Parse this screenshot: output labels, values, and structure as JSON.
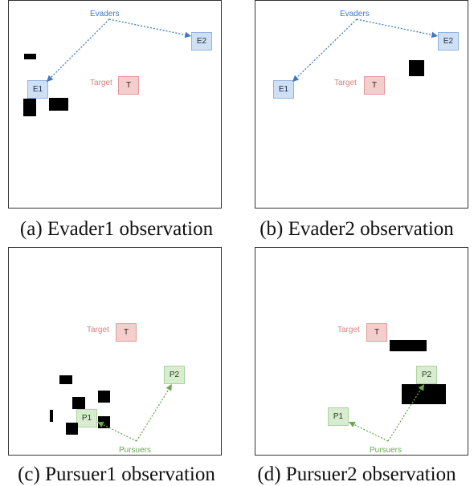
{
  "panels": {
    "a": {
      "caption": "(a) Evader1 observation",
      "group_label": "Evaders",
      "target_label": "Target",
      "target_box": "T",
      "agents": [
        "E1",
        "E2"
      ]
    },
    "b": {
      "caption": "(b) Evader2 observation",
      "group_label": "Evaders",
      "target_label": "Target",
      "target_box": "T",
      "agents": [
        "E1",
        "E2"
      ]
    },
    "c": {
      "caption": "(c) Pursuer1 observation",
      "group_label": "Pursuers",
      "target_label": "Target",
      "target_box": "T",
      "agents": [
        "P1",
        "P2"
      ]
    },
    "d": {
      "caption": "(d) Pursuer2 observation",
      "group_label": "Pursuers",
      "target_label": "Target",
      "target_box": "T",
      "agents": [
        "P1",
        "P2"
      ]
    }
  },
  "colors": {
    "evader": "#3e78c4",
    "pursuer": "#6aa84f",
    "target": "#d78080",
    "obstacle": "#000000"
  }
}
